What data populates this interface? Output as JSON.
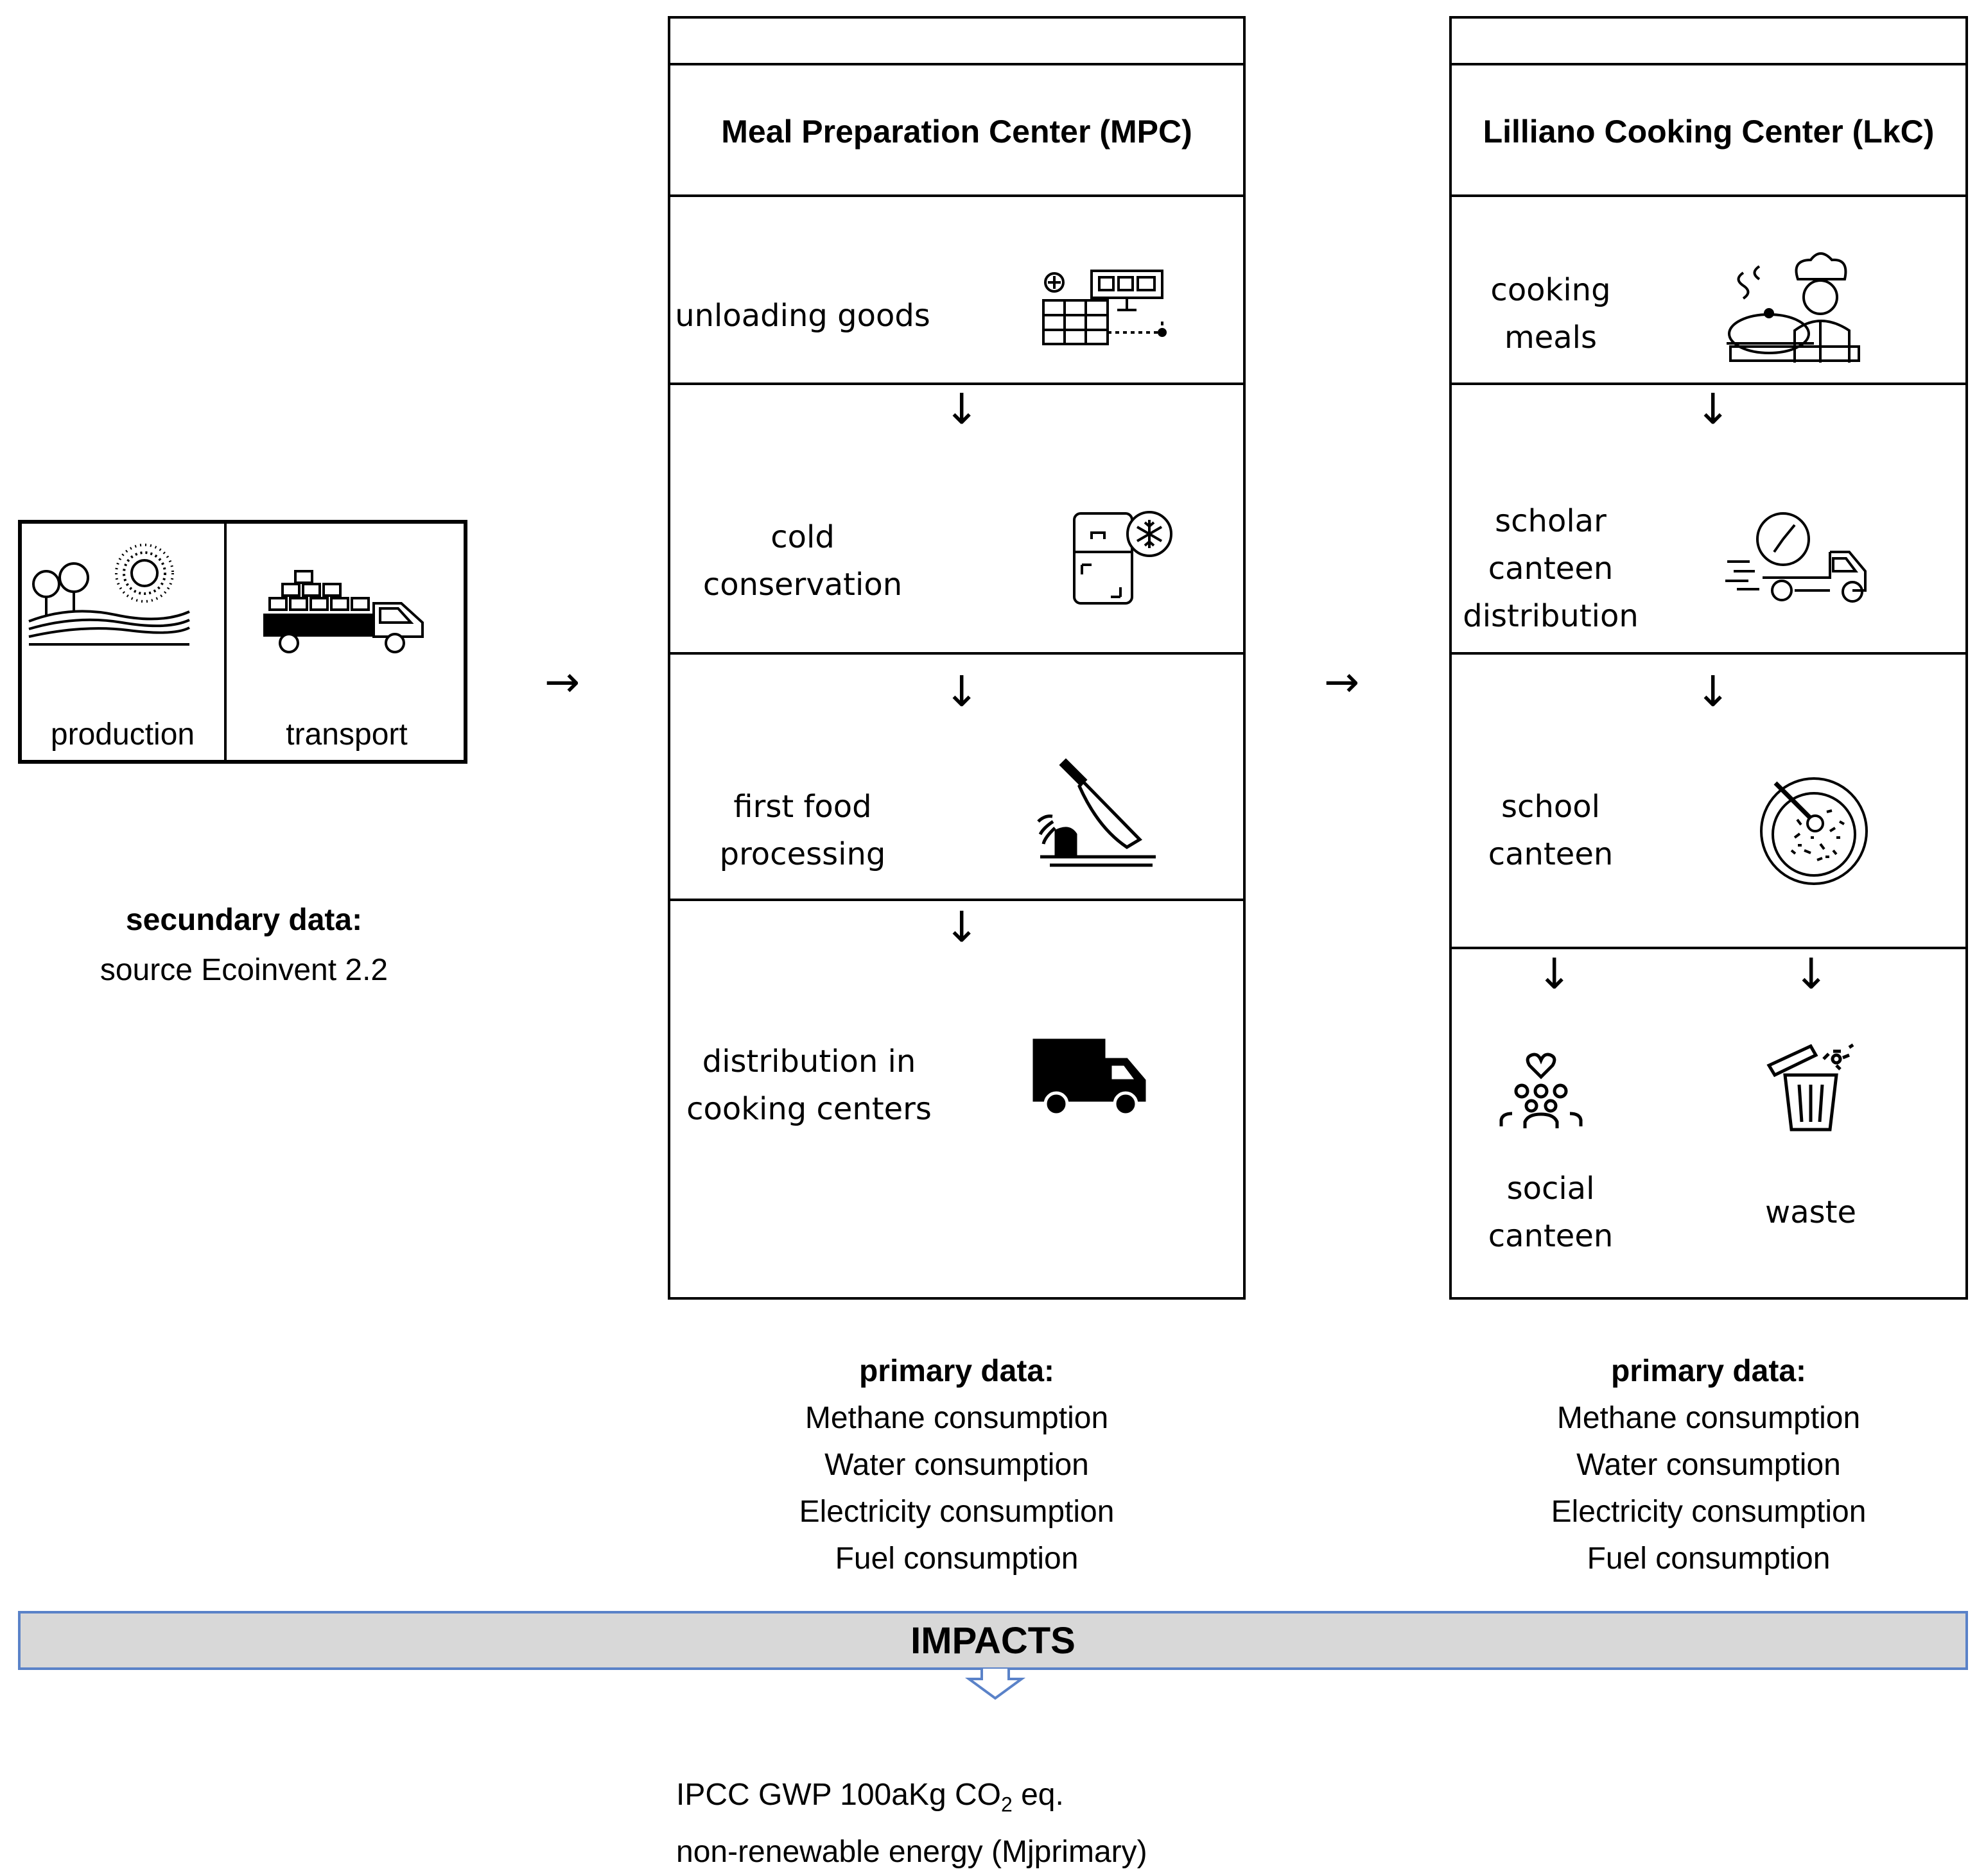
{
  "left": {
    "production_label": "production",
    "transport_label": "transport",
    "data_head": "secundary data:",
    "data_source": "source Ecoinvent 2.2",
    "icons": [
      "landscape-sun-icon",
      "loaded-truck-icon"
    ]
  },
  "mpc": {
    "title": "Meal Preparation Center (MPC)",
    "steps": [
      {
        "label_lines": [
          "unloading goods"
        ],
        "icon": "warehouse-terminal-icon"
      },
      {
        "label_lines": [
          "cold",
          "conservation"
        ],
        "icon": "freezer-icon"
      },
      {
        "label_lines": [
          "first food",
          "processing"
        ],
        "icon": "knife-cutting-icon"
      },
      {
        "label_lines": [
          "distribution in",
          "cooking centers"
        ],
        "icon": "delivery-van-icon"
      }
    ],
    "data_head": "primary data:",
    "data_items": [
      "Methane consumption",
      "Water consumption",
      "Electricity consumption",
      "Fuel consumption"
    ]
  },
  "lkc": {
    "title": "Lilliano Cooking Center (LkC)",
    "steps": [
      {
        "label_lines": [
          "cooking",
          "meals"
        ],
        "icon": "chef-icon"
      },
      {
        "label_lines": [
          "scholar",
          "canteen",
          "distribution"
        ],
        "icon": "fast-delivery-truck-icon"
      },
      {
        "label_lines": [
          "school",
          "canteen"
        ],
        "icon": "food-bowl-icon"
      }
    ],
    "outputs": [
      {
        "label_lines": [
          "social",
          "canteen"
        ],
        "icon": "community-people-icon"
      },
      {
        "label_lines": [
          "waste"
        ],
        "icon": "trash-bin-icon"
      }
    ],
    "data_head": "primary data:",
    "data_items": [
      "Methane consumption",
      "Water consumption",
      "Electricity consumption",
      "Fuel consumption"
    ]
  },
  "arrows": {
    "right": "→",
    "down": "↓"
  },
  "impacts": {
    "label": "IMPACTS",
    "bar_fill": "#d8d8d8",
    "bar_border": "#5a82c8",
    "line1_prefix": "IPCC GWP 100aKg CO",
    "line1_sub": "2",
    "line1_suffix": " eq.",
    "line2": "non-renewable energy (Mjprimary)"
  }
}
